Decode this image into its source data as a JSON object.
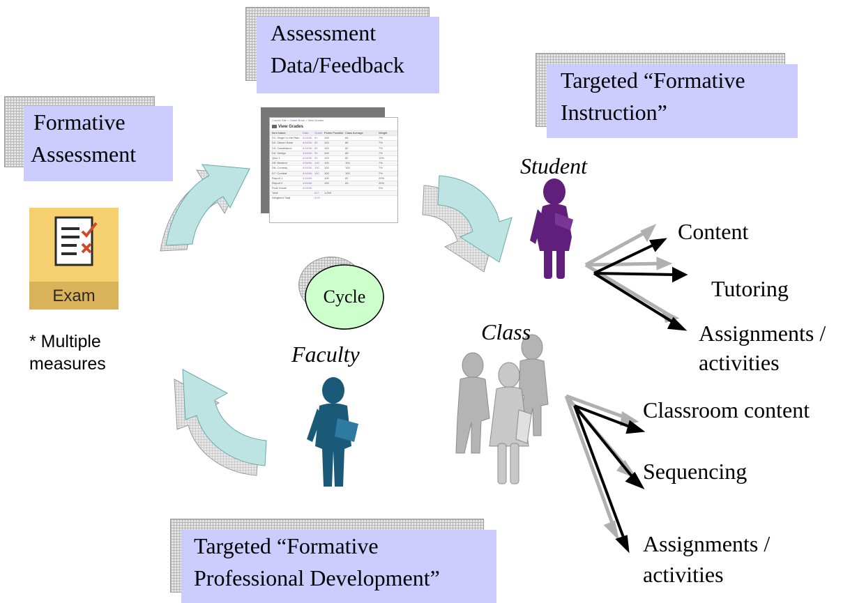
{
  "labels": {
    "formative_assessment": [
      "Formative",
      "Assessment"
    ],
    "assessment_data": [
      "Assessment",
      "Data/Feedback"
    ],
    "targeted_instruction": [
      "Targeted “Formative",
      "Instruction”"
    ],
    "targeted_pd": [
      "Targeted “Formative",
      "Professional Development”"
    ]
  },
  "exam": {
    "label": "Exam",
    "icon": "exam-checklist-icon"
  },
  "multiple_measures": [
    "* Multiple",
    "measures"
  ],
  "cycle": "Cycle",
  "roles": {
    "student": "Student",
    "class": "Class",
    "faculty": "Faculty"
  },
  "student_outcomes": [
    "Content",
    "Tutoring",
    "Assignments /",
    "activities"
  ],
  "class_outcomes": [
    "Classroom content",
    "Sequencing",
    "Assignments /",
    "activities"
  ],
  "gradebook": {
    "title": "View Grades",
    "breadcrumb": "Course Site > Grade Book > View Grades",
    "columns": [
      "Item Name",
      "Date",
      "Grade",
      "Points Possible",
      "Class Average",
      "Weight"
    ],
    "rows": [
      [
        "D1: Singin' in the Rain",
        "4/16/06",
        "90",
        "100",
        "84",
        "7%"
      ],
      [
        "D2: Citizen Kane",
        "4/16/06",
        "80",
        "100",
        "86",
        "7%"
      ],
      [
        "D3: Casablanca",
        "4/16/06",
        "85",
        "100",
        "82",
        "7%"
      ],
      [
        "D4: Vertigo",
        "4/16/06",
        "90",
        "100",
        "85",
        "7%"
      ],
      [
        "Quiz 1",
        "4/16/06",
        "90",
        "100",
        "82",
        "10%"
      ],
      [
        "D5: Western",
        "4/16/06",
        "100",
        "100",
        "100",
        "7%"
      ],
      [
        "D6: Comedy",
        "4/16/06",
        "100",
        "100",
        "100",
        "7%"
      ],
      [
        "D7: Combat",
        "4/16/06",
        "100",
        "100",
        "100",
        "7%"
      ],
      [
        "Report 1",
        "4/16/06",
        "",
        "100",
        "82",
        "20%"
      ],
      [
        "Report 2",
        "4/16/06",
        "",
        "100",
        "83",
        "20%"
      ],
      [
        "Final Grade",
        "4/16/06",
        "",
        "",
        "",
        "0%"
      ],
      [
        "Total",
        "",
        "617",
        "1,000",
        "",
        ""
      ],
      [
        "Weighted Total",
        "",
        "91%",
        "",
        "",
        ""
      ]
    ]
  },
  "colors": {
    "label_box": "#ccccff",
    "arrow_fill": "#bde3e3",
    "cycle_fill": "#ccffcc",
    "student_figure": "#5f1f7a",
    "faculty_figure": "#1a5a78",
    "class_figure": "#b8b8b8",
    "exam_background": "#f6cf6e"
  }
}
